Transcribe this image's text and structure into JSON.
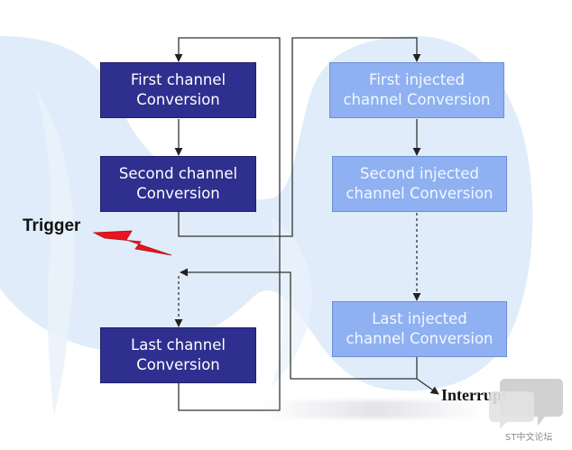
{
  "diagram": {
    "regular_channels": [
      {
        "label": "First channel\nConversion"
      },
      {
        "label": "Second channel\nConversion"
      },
      {
        "label": "Last channel\nConversion"
      }
    ],
    "injected_channels": [
      {
        "label": "First injected\nchannel Conversion"
      },
      {
        "label": "Second injected\nchannel Conversion"
      },
      {
        "label": "Last injected\nchannel Conversion"
      }
    ],
    "trigger_label": "Trigger",
    "interrupt_label": "Interrupt"
  },
  "watermark": {
    "text": "ST中文论坛"
  },
  "colors": {
    "regular_box": "#2e2f8e",
    "injected_box": "#8fb1f2",
    "lightning": "#e8141e",
    "background_wash": "#c9def4"
  }
}
